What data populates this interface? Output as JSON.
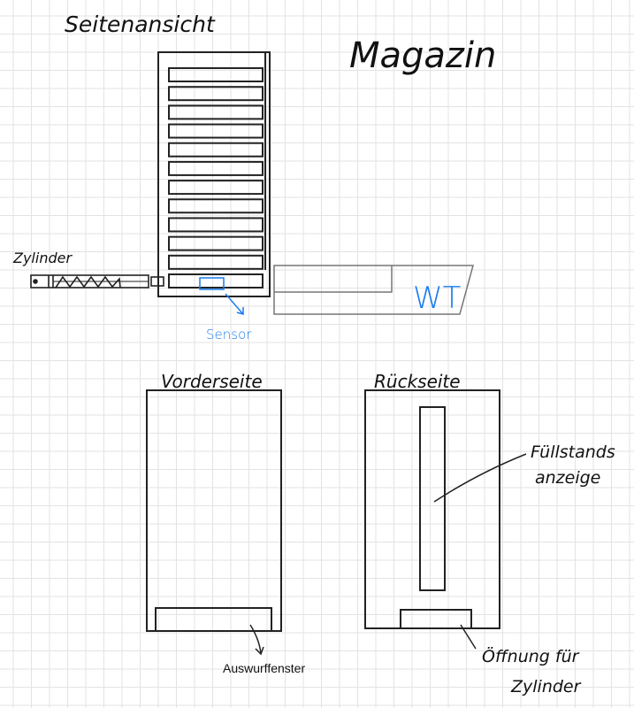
{
  "labels": {
    "side_view": "Seitenansicht",
    "title": "Magazin",
    "cylinder": "Zylinder",
    "sensor": "Sensor",
    "workpiece_carrier": "WT",
    "front": "Vorderseite",
    "back": "Rückseite",
    "eject_window": "Auswurffenster",
    "fill_level_line1": "Füllstands",
    "fill_level_line2": "anzeige",
    "opening_line1": "Öffnung für",
    "opening_line2": "Zylinder"
  },
  "magazine": {
    "slot_count": 12
  },
  "colors": {
    "ink": "#222222",
    "accent": "#1a7cf0",
    "carrier": "#777777"
  }
}
